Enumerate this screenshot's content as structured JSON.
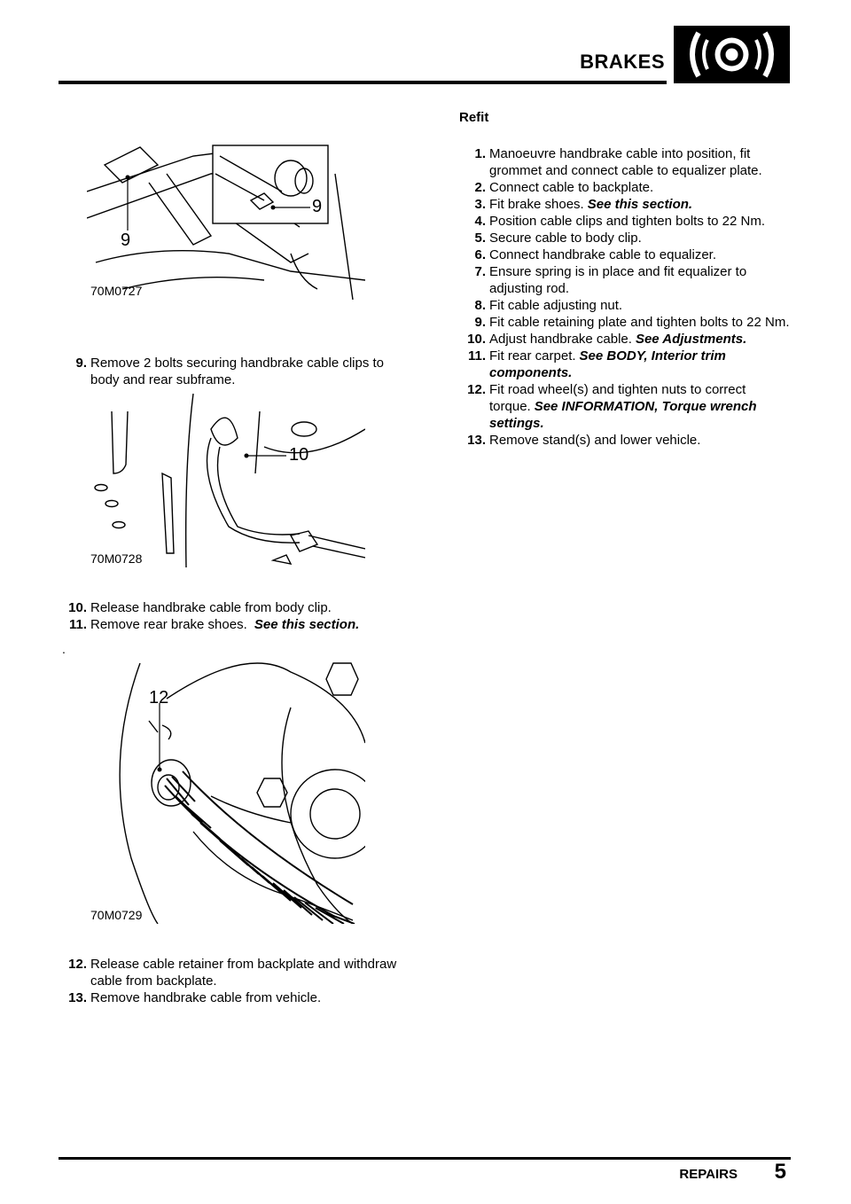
{
  "header": {
    "title": "BRAKES",
    "logo_icon": "brake-disc-icon"
  },
  "footer": {
    "section": "REPAIRS",
    "page": "5"
  },
  "figures": [
    {
      "code": "70M0727",
      "callouts": [
        "9",
        "9"
      ]
    },
    {
      "code": "70M0728",
      "callouts": [
        "10"
      ]
    },
    {
      "code": "70M0729",
      "callouts": [
        "12"
      ]
    }
  ],
  "left_steps_a": [
    {
      "num": "9.",
      "text": "Remove 2 bolts securing handbrake cable clips to body and rear subframe.",
      "ref": ""
    }
  ],
  "left_steps_b": [
    {
      "num": "10.",
      "text": "Release handbrake cable from body clip.",
      "ref": ""
    },
    {
      "num": "11.",
      "text": "Remove rear brake shoes.",
      "ref": "See this section."
    }
  ],
  "left_steps_c": [
    {
      "num": "12.",
      "text": "Release cable retainer from backplate and withdraw cable from backplate.",
      "ref": ""
    },
    {
      "num": "13.",
      "text": "Remove handbrake cable from vehicle.",
      "ref": ""
    }
  ],
  "refit": {
    "heading": "Refit",
    "steps": [
      {
        "num": "1.",
        "text": "Manoeuvre handbrake cable into position, fit grommet and connect cable to equalizer plate.",
        "ref": ""
      },
      {
        "num": "2.",
        "text": "Connect cable to backplate.",
        "ref": ""
      },
      {
        "num": "3.",
        "text": "Fit brake shoes.",
        "ref": "See this section."
      },
      {
        "num": "4.",
        "text": "Position cable clips and tighten bolts to 22 Nm.",
        "ref": ""
      },
      {
        "num": "5.",
        "text": "Secure cable to body clip.",
        "ref": ""
      },
      {
        "num": "6.",
        "text": "Connect handbrake cable to equalizer.",
        "ref": ""
      },
      {
        "num": "7.",
        "text": "Ensure spring is in place and fit equalizer to adjusting rod.",
        "ref": ""
      },
      {
        "num": "8.",
        "text": "Fit cable adjusting nut.",
        "ref": ""
      },
      {
        "num": "9.",
        "text": "Fit cable retaining plate and tighten bolts to 22 Nm.",
        "ref": ""
      },
      {
        "num": "10.",
        "text": "Adjust handbrake cable.",
        "ref": "See Adjustments."
      },
      {
        "num": "11.",
        "text": "Fit rear carpet.",
        "ref": "See BODY, Interior trim components."
      },
      {
        "num": "12.",
        "text": "Fit road wheel(s) and tighten nuts to correct torque.",
        "ref": "See INFORMATION, Torque wrench settings."
      },
      {
        "num": "13.",
        "text": "Remove stand(s) and lower vehicle.",
        "ref": ""
      }
    ]
  }
}
